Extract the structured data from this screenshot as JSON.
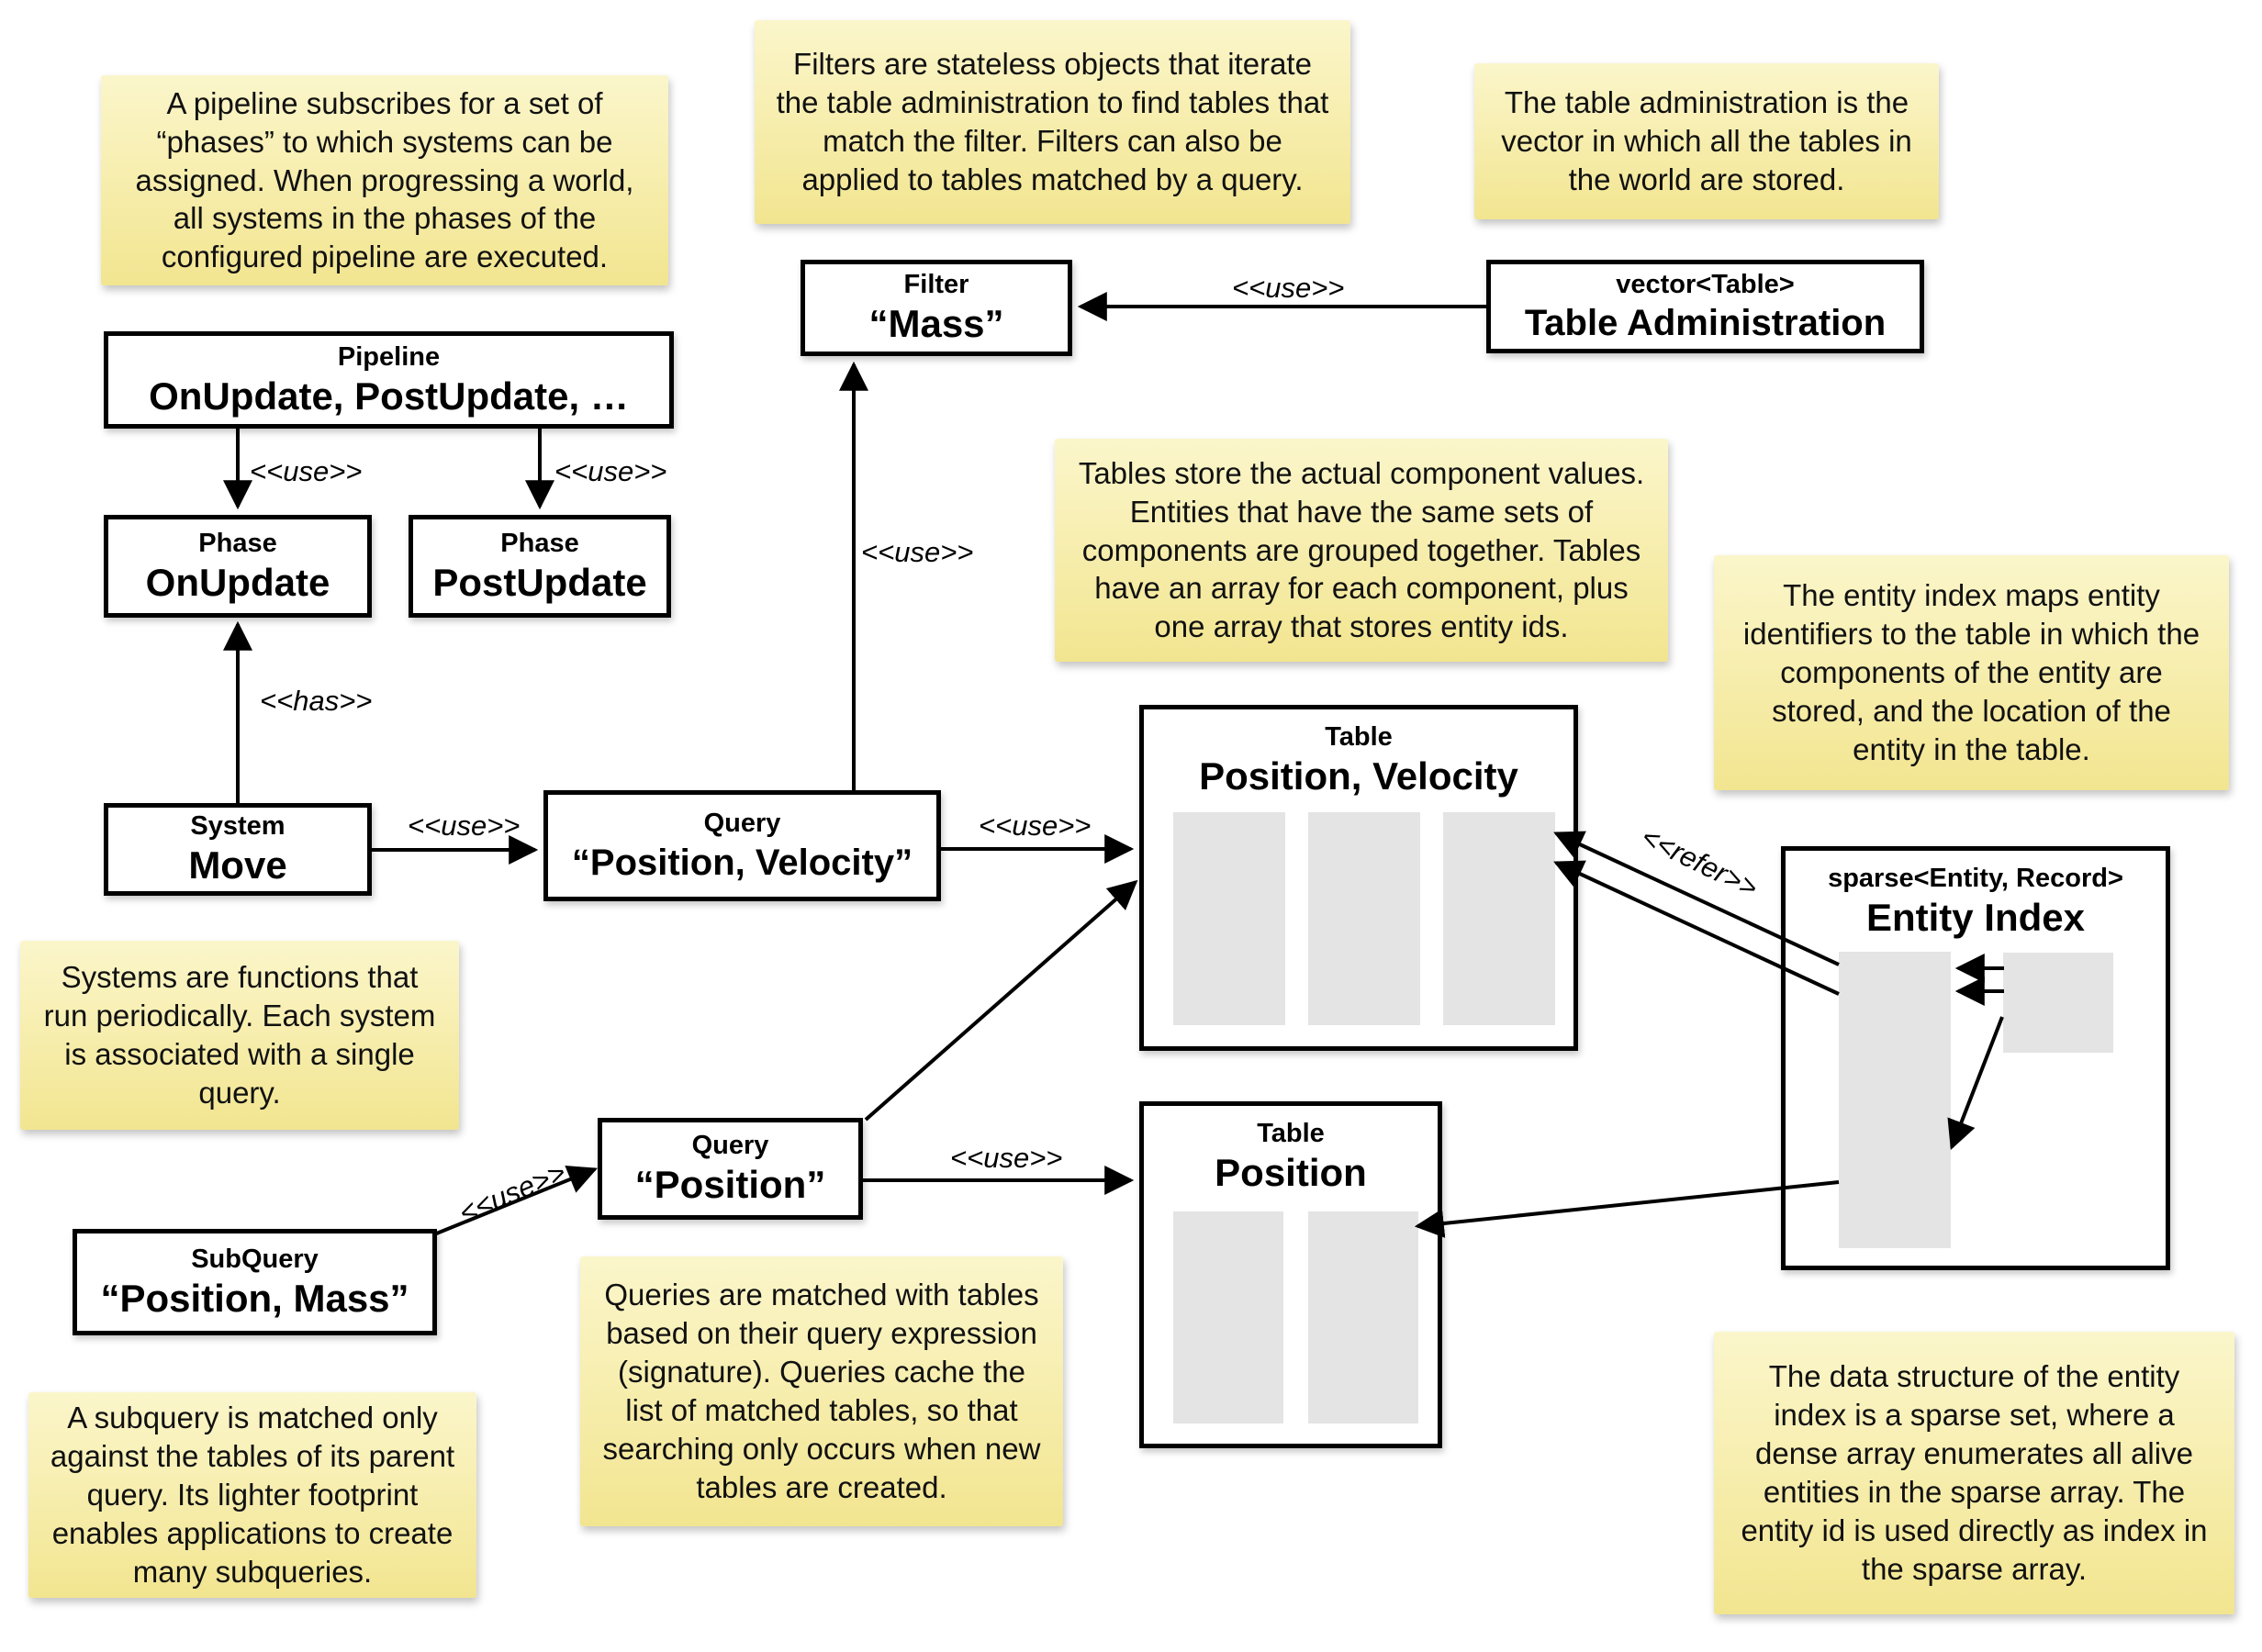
{
  "colors": {
    "note_top": "#fbf6cb",
    "note_bottom": "#f2e590",
    "fill_gray": "#e4e4e4",
    "ink": "#000000"
  },
  "notes": {
    "pipeline_note": "A pipeline subscribes for a set of “phases” to which systems can be assigned. When progressing a world, all systems in the phases of the configured pipeline are executed.",
    "filters_note": "Filters are stateless objects that iterate the table administration to find tables that match the filter. Filters can also be applied to tables matched by a query.",
    "table_admin_note": "The table administration is the vector in which all the tables in the world are stored.",
    "tables_note": "Tables store the actual component values. Entities that have the same sets of components are grouped together. Tables have an array for each component, plus one array that stores entity ids.",
    "entity_index_note": "The entity index maps entity identifiers to the table in which the components of the entity are stored, and the location of the entity in the table.",
    "systems_note": "Systems are functions that run periodically. Each system is associated with a single query.",
    "queries_note": "Queries are matched with tables based on their query expression (signature). Queries cache the list of matched tables, so that searching only occurs when new tables are created.",
    "subquery_note": "A subquery is matched only against the tables of its parent query. Its lighter footprint enables applications to create many subqueries.",
    "sparse_note": "The data structure of the entity index is a sparse set, where a dense array enumerates all alive entities in the sparse array. The entity id is used directly as index in the sparse array."
  },
  "nodes": {
    "pipeline": {
      "stereotype": "Pipeline",
      "name": "OnUpdate, PostUpdate, …"
    },
    "phase_onupdate": {
      "stereotype": "Phase",
      "name": "OnUpdate"
    },
    "phase_postupdate": {
      "stereotype": "Phase",
      "name": "PostUpdate"
    },
    "filter_mass": {
      "stereotype": "Filter",
      "name": "“Mass”"
    },
    "table_admin": {
      "stereotype": "vector<Table>",
      "name": "Table Administration"
    },
    "system_move": {
      "stereotype": "System",
      "name": "Move"
    },
    "query_pos_vel": {
      "stereotype": "Query",
      "name": "“Position, Velocity”"
    },
    "query_pos": {
      "stereotype": "Query",
      "name": "“Position”"
    },
    "subquery_pos_mass": {
      "stereotype": "SubQuery",
      "name": "“Position, Mass”"
    },
    "table_pos_vel": {
      "stereotype": "Table",
      "name": "Position, Velocity"
    },
    "table_pos": {
      "stereotype": "Table",
      "name": "Position"
    },
    "entity_index": {
      "stereotype": "sparse<Entity, Record>",
      "name": "Entity Index"
    }
  },
  "edge_labels": {
    "use_pipeline_onupdate": "<<use>>",
    "use_pipeline_postupdate": "<<use>>",
    "has_system_phase": "<<has>>",
    "use_system_query": "<<use>>",
    "use_query_filter": "<<use>>",
    "use_query_tablepv": "<<use>>",
    "use_admin_filter": "<<use>>",
    "use_querypos_tablepos": "<<use>>",
    "use_subquery_query": "<<use>>",
    "refer_entityindex_table": "<<refer>>"
  }
}
